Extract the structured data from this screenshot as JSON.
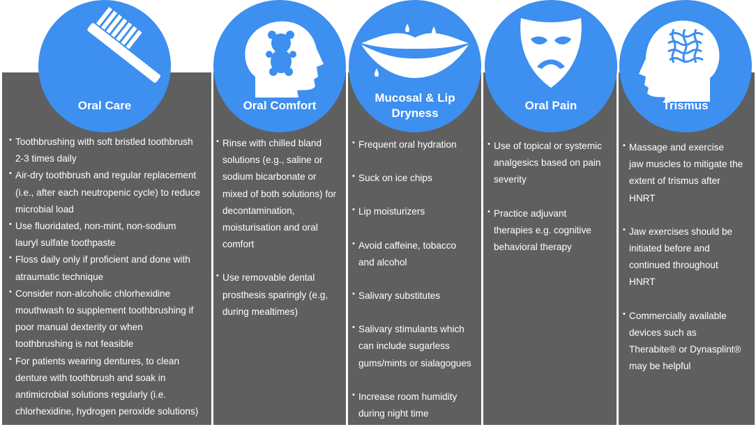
{
  "columns": [
    {
      "title": "Oral Care",
      "icon": "toothbrush-icon",
      "items": [
        [
          "Toothbrushing with soft bristled toothbrush",
          "2-3 times daily"
        ],
        [
          "Air-dry toothbrush and regular replacement",
          "(i.e., after each neutropenic cycle) to reduce",
          "microbial load"
        ],
        [
          "Use fluoridated, non-mint, non-sodium",
          "lauryl sulfate toothpaste"
        ],
        [
          "Floss daily only if proficient and done with",
          "atraumatic technique"
        ],
        [
          "Consider non-alcoholic chlorhexidine",
          "mouthwash to supplement toothbrushing if",
          "poor manual dexterity or when",
          "toothbrushing is not feasible"
        ],
        [
          "For patients wearing dentures, to clean",
          "denture with toothbrush and soak in",
          "antimicrobial solutions regularly (i.e.",
          "chlorhexidine, hydrogen peroxide solutions)"
        ]
      ]
    },
    {
      "title": "Oral Comfort",
      "icon": "teddy-bear-head-icon",
      "items": [
        [
          "Rinse with chilled bland",
          "solutions (e.g., saline or",
          "sodium bicarbonate or",
          "mixed of both solutions) for",
          "decontamination,",
          "moisturisation and oral",
          "comfort"
        ],
        [
          "Use removable dental",
          "prosthesis sparingly (e.g,",
          "during mealtimes)"
        ]
      ]
    },
    {
      "title_lines": [
        "Mucosal & Lip",
        "Dryness"
      ],
      "icon": "dry-lips-icon",
      "items": [
        [
          "Frequent oral hydration"
        ],
        [
          "Suck on ice chips"
        ],
        [
          "Lip moisturizers"
        ],
        [
          "Avoid caffeine, tobacco",
          "and alcohol"
        ],
        [
          "Salivary substitutes"
        ],
        [
          "Salivary stimulants which",
          "can include sugarless",
          "gums/mints or sialagogues"
        ],
        [
          "Increase room humidity",
          "during night time"
        ]
      ]
    },
    {
      "title": "Oral Pain",
      "icon": "sad-mask-icon",
      "items": [
        [
          "Use of topical or systemic",
          "analgesics based on pain",
          "severity"
        ],
        [
          "Practice adjuvant",
          "therapies e.g. cognitive",
          "behavioral therapy"
        ]
      ]
    },
    {
      "title": "Trismus",
      "icon": "jaw-muscle-head-icon",
      "items": [
        [
          "Massage and exercise",
          "jaw muscles to mitigate the",
          "extent of trismus after",
          "HNRT"
        ],
        [
          "Jaw exercises should be",
          "initiated before and",
          "continued throughout",
          "HNRT"
        ],
        [
          "Commercially available",
          "devices such as",
          "Therabite® or Dynasplint®",
          "may be helpful"
        ]
      ]
    }
  ],
  "colors": {
    "panel": "#5f5f5f",
    "circle": "#3d8ff0",
    "text": "#ffffff"
  }
}
